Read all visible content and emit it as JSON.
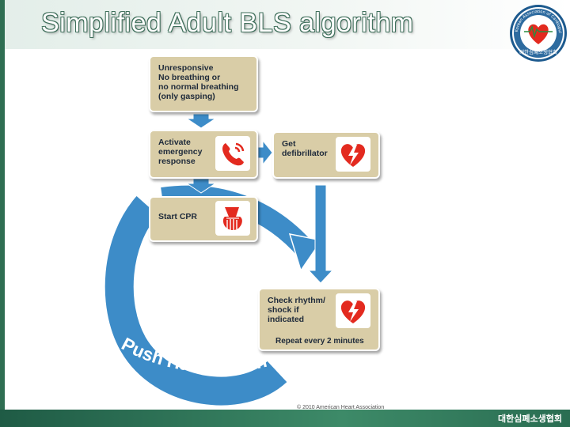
{
  "slide": {
    "title": "Simplified Adult BLS algorithm",
    "footer": "대한심폐소생협회"
  },
  "logo": {
    "icon": "korean-association-cardiopulmonary-resuscitation-seal-icon",
    "arc_text": "Korean Association of Cardiopulmonary Resuscitation",
    "korean_text": "대한심폐소생협회"
  },
  "algorithm": {
    "steps": {
      "unresponsive": "Unresponsive\nNo breathing or\nno normal breathing\n(only gasping)",
      "activate": "Activate\nemergency\nresponse",
      "defib": "Get\ndefibrillator",
      "cpr": "Start CPR",
      "rhythm": "Check rhythm/\nshock if\nindicated",
      "repeat": "Repeat every 2 minutes"
    },
    "cycle_label": "Push Hard • Push Fast",
    "copyright": "© 2010 American Heart Association"
  },
  "colors": {
    "box": "#d9cda7",
    "arrow": "#3d8cc8",
    "icon_red": "#e32a1f",
    "band": "#2f6e52"
  }
}
